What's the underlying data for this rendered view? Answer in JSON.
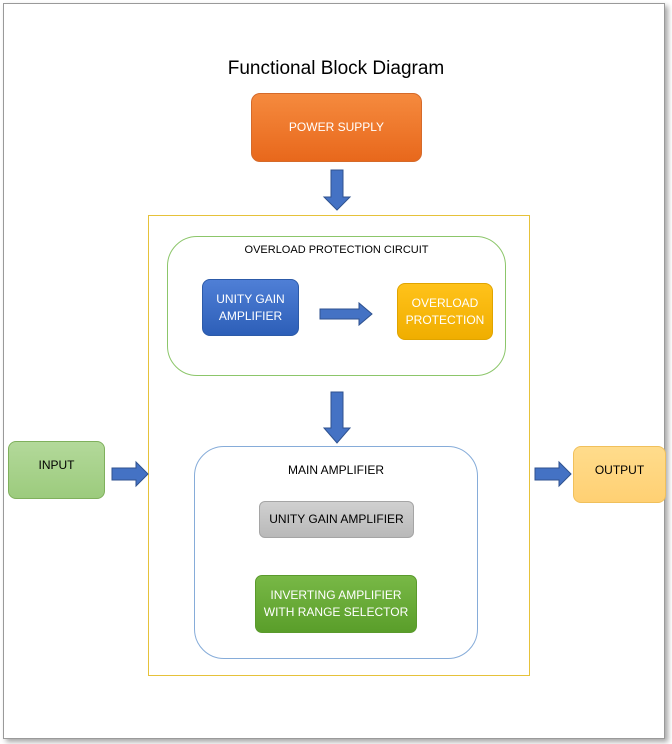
{
  "title": "Functional Block Diagram",
  "blocks": {
    "power_supply": "POWER SUPPLY",
    "overload_group_label": "OVERLOAD PROTECTION CIRCUIT",
    "unity_gain_blue": "UNITY GAIN AMPLIFIER",
    "overload_protection": "OVERLOAD PROTECTION",
    "main_group_label": "MAIN AMPLIFIER",
    "unity_gain_gray": "UNITY GAIN AMPLIFIER",
    "inverting": "INVERTING AMPLIFIER WITH RANGE SELECTOR",
    "input": "INPUT",
    "output": "OUTPUT"
  },
  "colors": {
    "power_supply": "#ed7d31",
    "unity_gain_blue": "#4472c4",
    "overload_protection": "#ffc000",
    "unity_gain_gray": "#bfbfbf",
    "inverting": "#70ad47",
    "input": "#a9d18e",
    "output": "#ffd580",
    "arrow": "#4472c4"
  },
  "connections": [
    {
      "from": "power_supply",
      "to": "overload_protection_circuit"
    },
    {
      "from": "unity_gain_blue",
      "to": "overload_protection"
    },
    {
      "from": "overload_protection_circuit",
      "to": "main_amplifier"
    },
    {
      "from": "input",
      "to": "system"
    },
    {
      "from": "system",
      "to": "output"
    }
  ]
}
